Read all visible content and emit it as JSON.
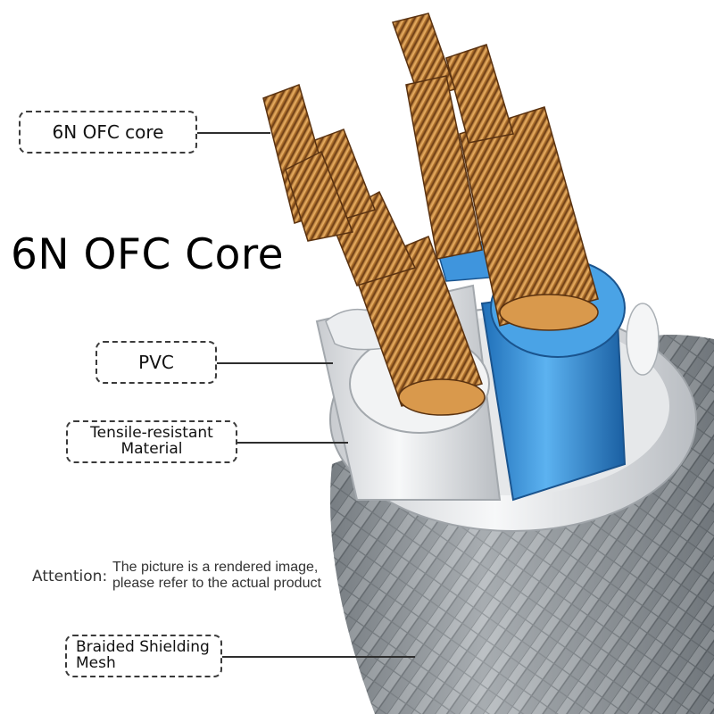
{
  "headline": "6N OFC Core",
  "callouts": {
    "core": [
      "6N OFC core"
    ],
    "pvc": [
      "PVC"
    ],
    "tensile": [
      "Tensile-resistant",
      "Material"
    ],
    "braid": [
      "Braided Shielding",
      "Mesh"
    ]
  },
  "attention": {
    "label": "Attention:",
    "lines": [
      "The picture is a rendered image,",
      "please refer to the actual product"
    ]
  },
  "colors": {
    "copper": "#c98a3c",
    "copper_dark": "#8a521c",
    "blue_insulation": "#3f95dd",
    "white_insulation": "#eef0f2",
    "braid": "#8e9499"
  }
}
